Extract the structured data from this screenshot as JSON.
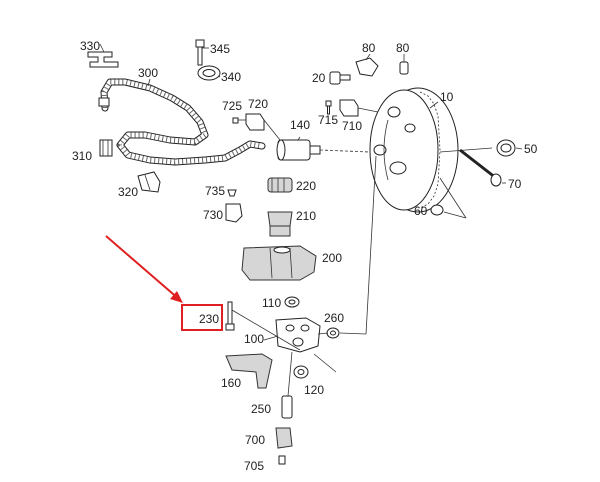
{
  "labels": {
    "p330": "330",
    "p345": "345",
    "p340": "340",
    "p300": "300",
    "p80a": "80",
    "p80b": "80",
    "p20": "20",
    "p10": "10",
    "p725": "725",
    "p720": "720",
    "p715": "715",
    "p710": "710",
    "p140": "140",
    "p310": "310",
    "p320": "320",
    "p50": "50",
    "p70": "70",
    "p60": "60",
    "p220": "220",
    "p735": "735",
    "p730": "730",
    "p210": "210",
    "p200": "200",
    "p110": "110",
    "p260": "260",
    "p230": "230",
    "p100": "100",
    "p160": "160",
    "p120": "120",
    "p250": "250",
    "p700": "700",
    "p705": "705"
  },
  "colors": {
    "line": "#222222",
    "highlight": "#e02020",
    "part_fill": "#d6d6d6"
  },
  "highlight": {
    "part": "230"
  }
}
